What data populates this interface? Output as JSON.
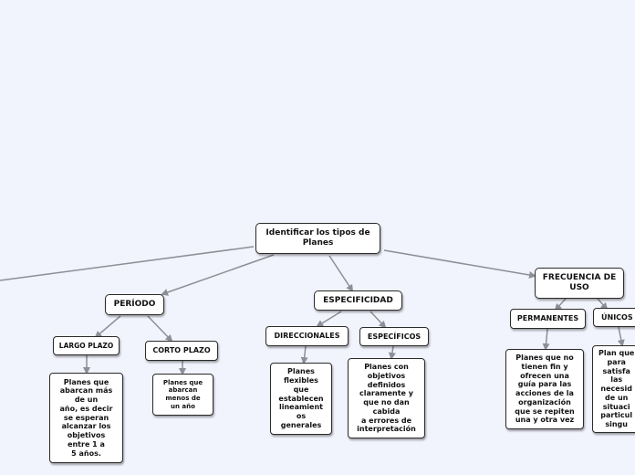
{
  "map": {
    "root": "Identificar los tipos de\nPlanes",
    "branches": {
      "periodo": "PERÍODO",
      "especificidad": "ESPECIFICIDAD",
      "frecuencia": "FRECUENCIA DE\nUSO"
    },
    "subtopics": {
      "largo_plazo": "LARGO PLAZO",
      "corto_plazo": "CORTO PLAZO",
      "direccionales": "DIRECCIONALES",
      "especificos": "ESPECÍFICOS",
      "permanentes": "PERMANENTES",
      "unicos": "ÚNICOS"
    },
    "details": {
      "largo_plazo": "Planes que\nabarcan más\nde un\naño, es decir\nse esperan\nalcanzar los\nobjetivos\nentre 1 a\n5 años.",
      "corto_plazo": "Planes que\nabarcan\nmenos de\nun año",
      "direccionales": "Planes\nflexibles\nque\nestablecen\nlineamient\nos\ngenerales",
      "especificos": "Planes con\nobjetivos\ndefinidos\nclaramente y\nque no dan\ncabida\na errores de\ninterpretación",
      "permanentes": "Planes que no\ntienen fin y\nofrecen una\nguía para las\nacciones de la\norganización\nque se repiten\nuna y otra vez",
      "unicos": "Plan que\npara\nsatisfa\nlas\nnecesid\nde un\nsituaci\nparticul\nsingu"
    }
  },
  "colors": {
    "background": "#f1f3fd",
    "connector": "#8c8f96",
    "node_border": "#2b2b2b"
  }
}
